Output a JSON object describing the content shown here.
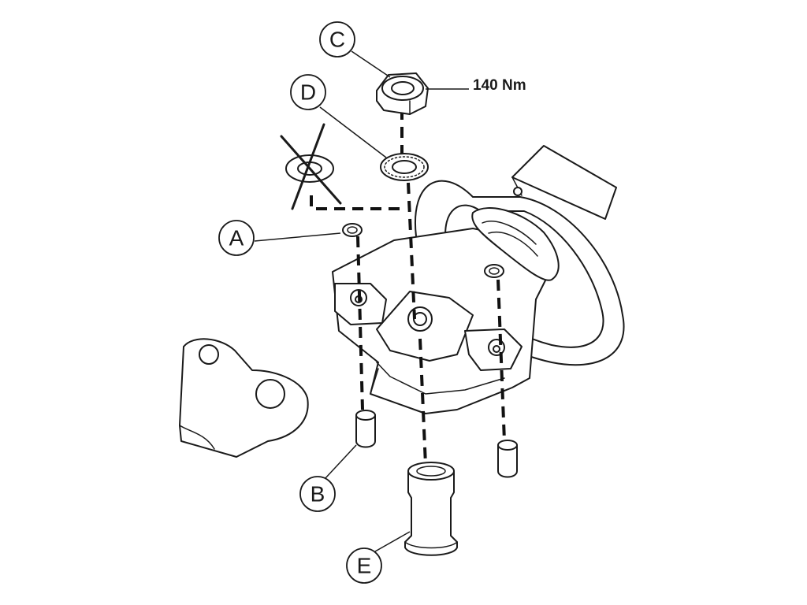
{
  "callouts": [
    {
      "id": "A",
      "label": "A"
    },
    {
      "id": "B",
      "label": "B"
    },
    {
      "id": "C",
      "label": "C"
    },
    {
      "id": "D",
      "label": "D"
    },
    {
      "id": "E",
      "label": "E"
    }
  ],
  "torque": {
    "label": "140 Nm"
  },
  "colors": {
    "line": "#1a1a1a",
    "background": "#ffffff"
  }
}
